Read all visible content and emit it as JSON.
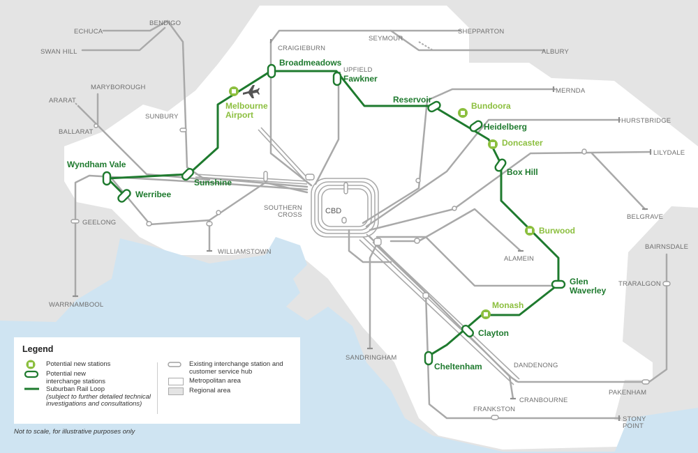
{
  "colors": {
    "srl_line": "#1e7a2e",
    "new_station": "#8cbf3f",
    "existing_line": "#a9a9a9",
    "metro_area": "#ffffff",
    "regional_area": "#e4e4e4",
    "water": "#cfe4f2"
  },
  "map": {
    "cbd_label": "CBD",
    "regional_labels": [
      "ECHUCA",
      "BENDIGO",
      "SWAN HILL",
      "MARYBOROUGH",
      "ARARAT",
      "BALLARAT",
      "GEELONG",
      "WARRNAMBOOL",
      "SEYMOUR",
      "SHEPPARTON",
      "ALBURY",
      "TRARALGON",
      "BAIRNSDALE"
    ],
    "line_end_labels": [
      "SUNBURY",
      "CRAIGIEBURN",
      "UPFIELD",
      "MERNDA",
      "HURSTBRIDGE",
      "LILYDALE",
      "BELGRAVE",
      "ALAMEIN",
      "WILLIAMSTOWN",
      "SANDRINGHAM",
      "DANDENONG",
      "PAKENHAM",
      "CRANBOURNE",
      "FRANKSTON",
      "STONY",
      "POINT",
      "SOUTHERN",
      "CROSS"
    ],
    "srl_stations": [
      "Wyndham Vale",
      "Werribee",
      "Sunshine",
      "Broadmeadows",
      "Fawkner",
      "Reservoir",
      "Heidelberg",
      "Box Hill",
      "Glen",
      "Waverley",
      "Clayton",
      "Cheltenham"
    ],
    "new_stations": [
      "Melbourne",
      "Airport",
      "Bundoora",
      "Doncaster",
      "Burwood",
      "Monash"
    ],
    "airport_icon": "airplane-icon"
  },
  "legend": {
    "title": "Legend",
    "items": [
      {
        "label": "Potential new stations",
        "icon": "new-station-icon"
      },
      {
        "label": "Potential new interchange stations",
        "icon": "interchange-pill-icon"
      },
      {
        "label": "Suburban Rail Loop",
        "note": "(subject to further detailed technical investigations and consultations)",
        "icon": "srl-line-icon"
      },
      {
        "label": "Existing interchange station and customer service hub",
        "icon": "existing-interchange-icon"
      },
      {
        "label": "Metropolitan area",
        "icon": "metro-area-swatch"
      },
      {
        "label": "Regional area",
        "icon": "regional-area-swatch"
      }
    ]
  },
  "footnote": "Not to scale, for illustrative purposes only"
}
